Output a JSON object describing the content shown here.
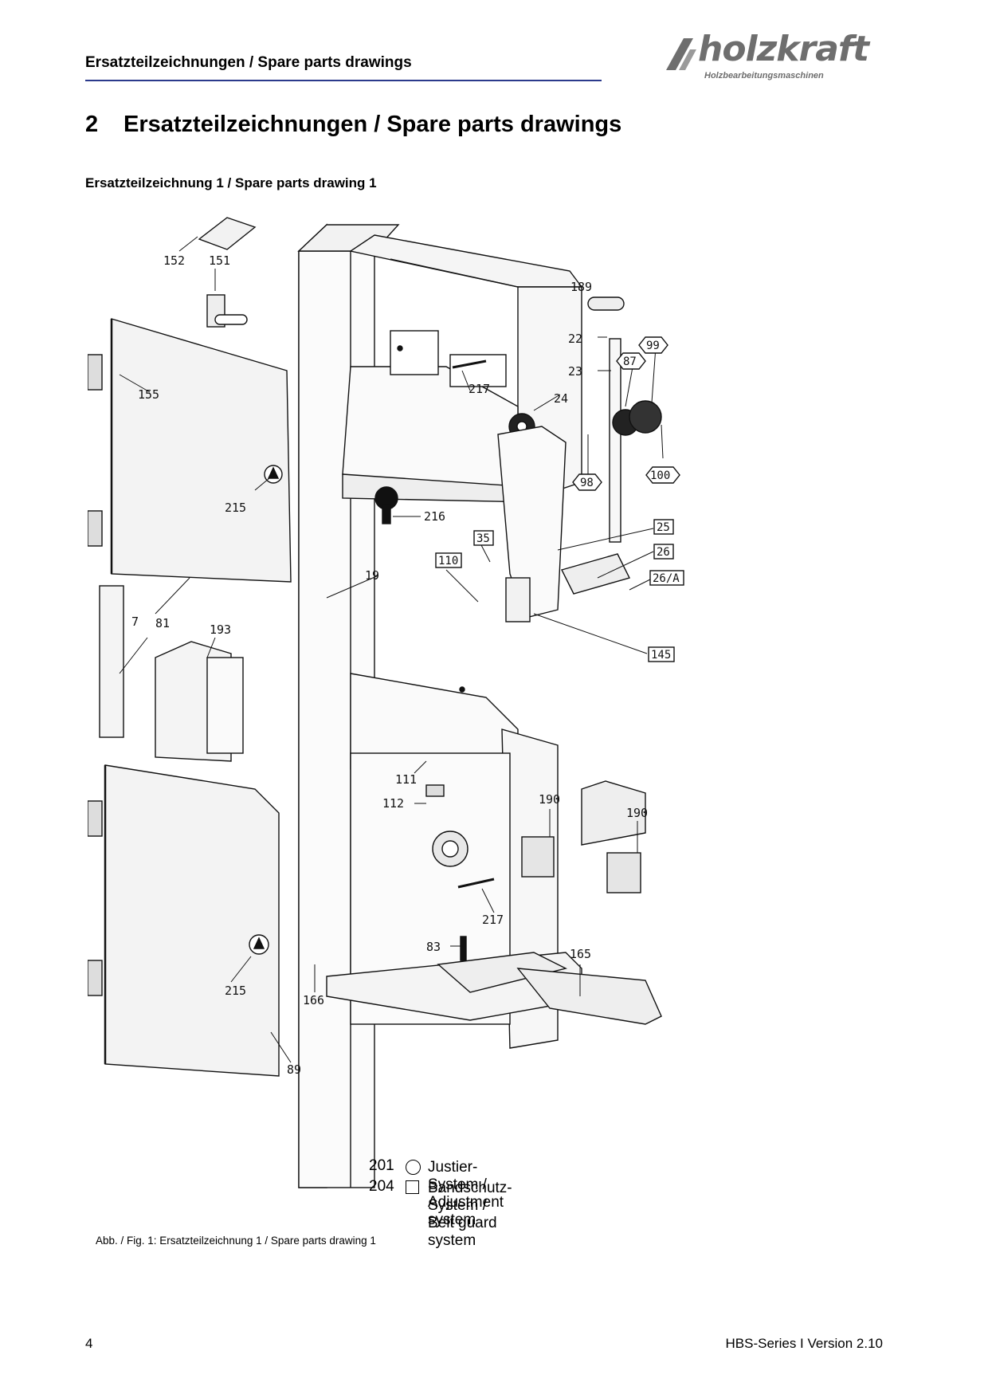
{
  "header": {
    "title": "Ersatzteilzeichnungen / Spare parts drawings",
    "logo_text": "holzkraft",
    "logo_subtitle": "Holzbearbeitungsmaschinen",
    "rule_color": "#2b3a8c"
  },
  "heading": {
    "number": "2",
    "title": "Ersatzteilzeichnungen / Spare parts drawings"
  },
  "subheading": "Ersatzteilzeichnung 1 / Spare parts drawing 1",
  "drawing": {
    "labels": {
      "p152": "152",
      "p151": "151",
      "p155": "155",
      "p215a": "215",
      "p215b": "215",
      "p7": "7",
      "p81": "81",
      "p193": "193",
      "p19": "19",
      "p216": "216",
      "p217a": "217",
      "p217b": "217",
      "p24": "24",
      "p189": "189",
      "p22": "22",
      "p23": "23",
      "p87": "87",
      "p99": "99",
      "p98": "98",
      "p100": "100",
      "p25": "25",
      "p26": "26",
      "p26a": "26/A",
      "p35": "35",
      "p110": "110",
      "p145": "145",
      "p111": "111",
      "p112": "112",
      "p190a": "190",
      "p190b": "190",
      "p83": "83",
      "p165": "165",
      "p166": "166",
      "p89": "89"
    },
    "legend": [
      {
        "code": "201",
        "symbol": "circle",
        "text": "Justier-System / Adjustment system"
      },
      {
        "code": "204",
        "symbol": "square",
        "text": "Bandschutz-System / Belt guard system"
      }
    ]
  },
  "caption": "Abb. / Fig. 1: Ersatzteilzeichnung 1 / Spare parts drawing 1",
  "footer": {
    "page": "4",
    "version": "HBS-Series I Version 2.10"
  }
}
